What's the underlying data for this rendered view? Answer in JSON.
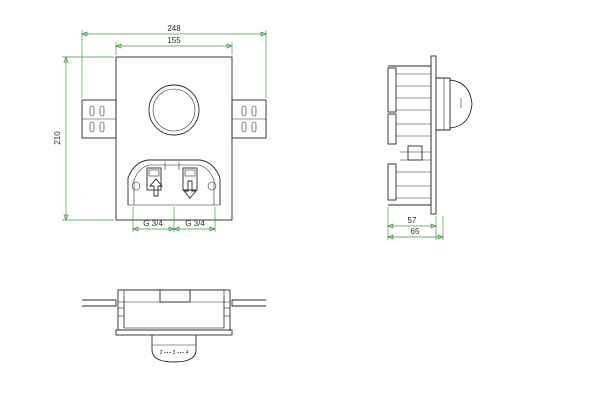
{
  "front_view": {
    "overall_width": "248",
    "inner_width": "155",
    "height": "210",
    "thread_left": "G 3/4",
    "thread_right": "G 3/4"
  },
  "side_view": {
    "depth_inner": "57",
    "depth_overall": "65"
  },
  "bottom_view": {
    "scale_marks": [
      "2",
      "3",
      "4"
    ]
  },
  "colors": {
    "dimension_line": "#3f9a3f",
    "outline": "#2a2a2a"
  }
}
